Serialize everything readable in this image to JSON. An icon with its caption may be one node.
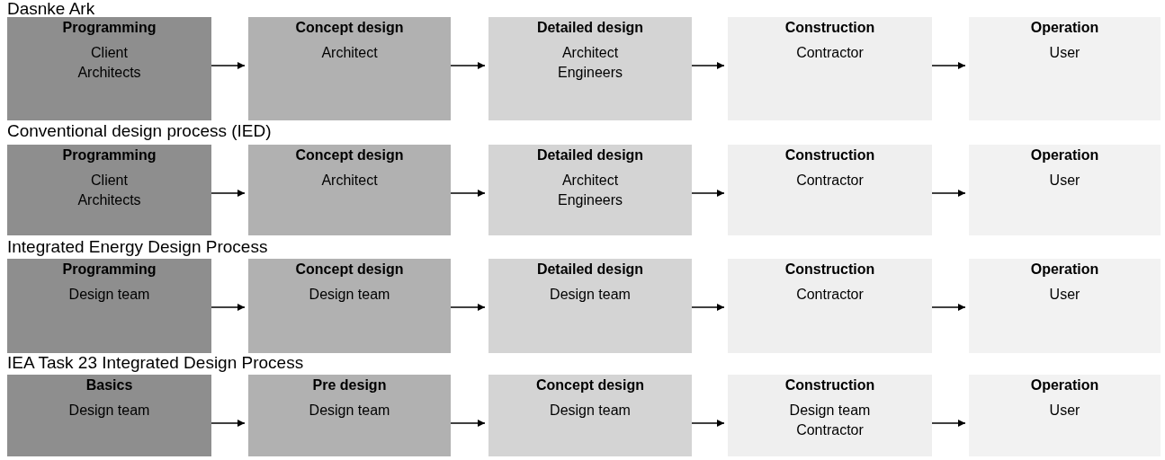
{
  "diagram": {
    "nodes": [
      {
        "text": [
          "Programming",
          "Client",
          "Architects"
        ]
      },
      {
        "text": [
          "Concept design",
          "Architect"
        ]
      },
      {
        "text": [
          "Detailed design",
          "Architect",
          "Engineers"
        ]
      },
      {
        "text": [
          "Construction",
          "Contractor"
        ]
      },
      {
        "text": [
          "Operation",
          "User"
        ]
      },
      {
        "text": [
          "Programming",
          "Client",
          "Architects"
        ]
      },
      {
        "text": [
          "Concept design",
          "Architect"
        ]
      },
      {
        "text": [
          "Detailed design",
          "Architect",
          "Engineers"
        ]
      },
      {
        "text": [
          "Construction",
          "Contractor"
        ]
      },
      {
        "text": [
          "Operation",
          "User"
        ]
      },
      {
        "text": [
          "Programming",
          "Design team"
        ]
      },
      {
        "text": [
          "Concept design",
          "Design team"
        ]
      },
      {
        "text": [
          "Detailed design",
          "Design team"
        ]
      },
      {
        "text": [
          "Construction",
          "Contractor"
        ]
      },
      {
        "text": [
          "Operation",
          "User"
        ]
      },
      {
        "text": [
          "Basics",
          "Design team"
        ]
      },
      {
        "text": [
          "Pre design",
          "Design team"
        ]
      },
      {
        "text": [
          "Concept design",
          "Design team"
        ]
      },
      {
        "text": [
          "Construction",
          "Design team",
          "Contractor"
        ]
      },
      {
        "text": [
          "Operation",
          "User"
        ]
      }
    ],
    "edges": [
      {
        "from": 0,
        "to": 1,
        "arrow": "to"
      },
      {
        "from": 1,
        "to": 2,
        "arrow": "to"
      },
      {
        "from": 2,
        "to": 3,
        "arrow": "to"
      },
      {
        "from": 3,
        "to": 4,
        "arrow": "to"
      },
      {
        "from": 5,
        "to": 6,
        "arrow": "to"
      },
      {
        "from": 6,
        "to": 7,
        "arrow": "to"
      },
      {
        "from": 7,
        "to": 8,
        "arrow": "to"
      },
      {
        "from": 8,
        "to": 9,
        "arrow": "to"
      },
      {
        "from": 10,
        "to": 11,
        "arrow": "to"
      },
      {
        "from": 11,
        "to": 12,
        "arrow": "to"
      },
      {
        "from": 12,
        "to": 13,
        "arrow": "to"
      },
      {
        "from": 13,
        "to": 14,
        "arrow": "to"
      },
      {
        "from": 15,
        "to": 16,
        "arrow": "to"
      },
      {
        "from": 16,
        "to": 17,
        "arrow": "to"
      },
      {
        "from": 17,
        "to": 18,
        "arrow": "to"
      },
      {
        "from": 18,
        "to": 19,
        "arrow": "to"
      }
    ],
    "labels": [
      "Dasnke Ark",
      "Conventional design process (IED)",
      "Integrated Energy Design Process",
      "IEA Task 23 Integrated Design Process"
    ]
  }
}
